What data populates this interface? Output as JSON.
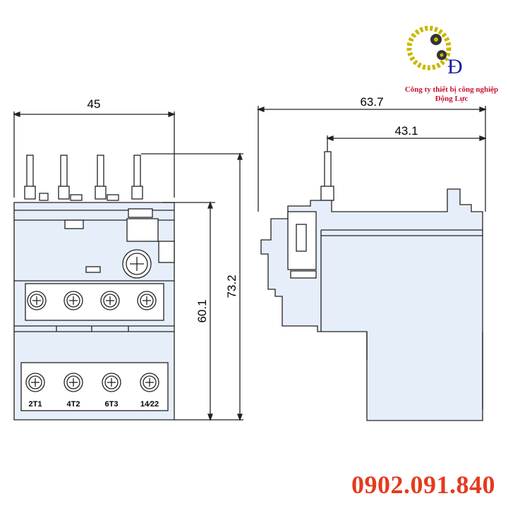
{
  "logo": {
    "letter": "Đ",
    "company_line1": "Công ty thiết bị công nghiệp",
    "company_line2": "Động Lực",
    "colors": {
      "gear": "#c9b800",
      "text": "#c8102e",
      "letter": "#1a1aa0"
    }
  },
  "dimensions": {
    "front_width": "45",
    "front_height_total": "73.2",
    "front_height_body": "60.1",
    "side_width_total": "63.7",
    "side_width_body": "43.1"
  },
  "terminals": {
    "bottom_labels": [
      "2T1",
      "4T2",
      "6T3",
      "14⁄22"
    ]
  },
  "contact": {
    "phone": "0902.091.840"
  },
  "colors": {
    "body_fill": "#e6eefa",
    "line": "#222222",
    "phone": "#e53a1e"
  }
}
